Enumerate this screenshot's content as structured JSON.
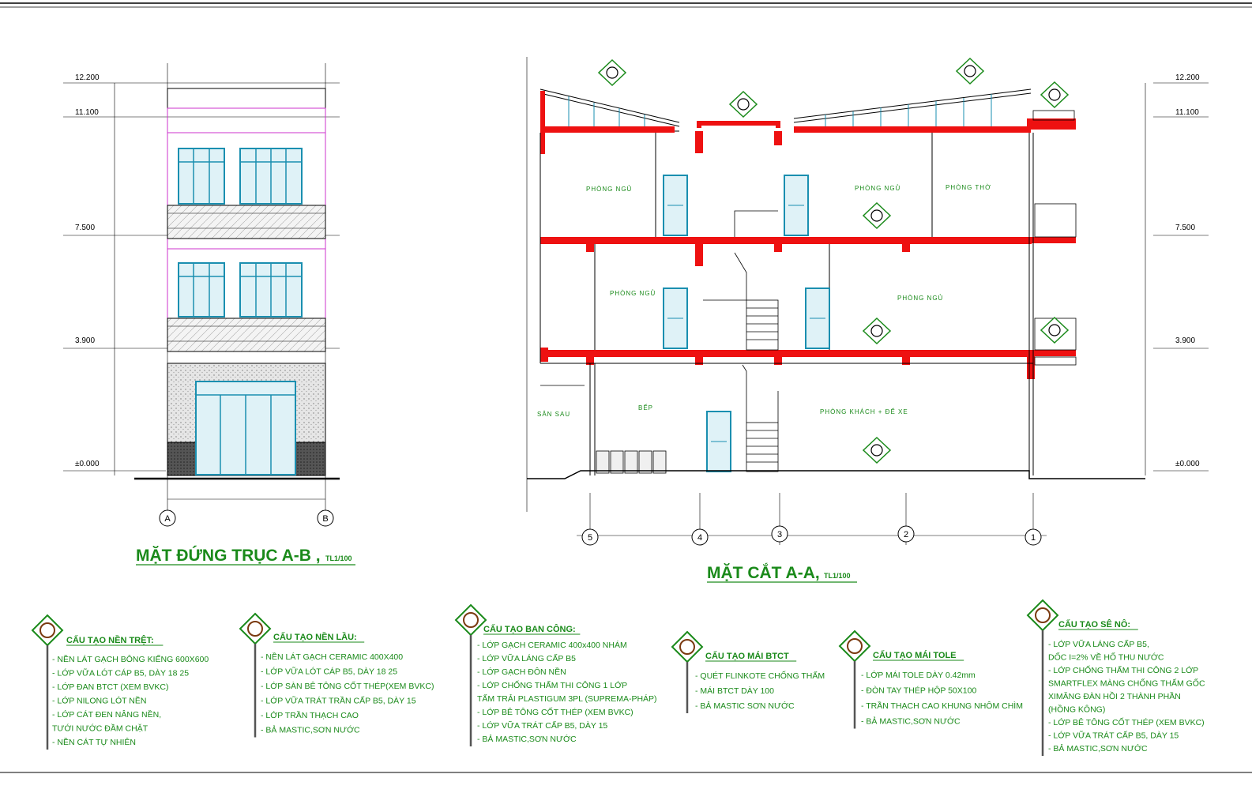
{
  "elevation": {
    "title": "MẶT ĐỨNG TRỤC A-B ,",
    "scale": "TL1/100",
    "levels": [
      "12.200",
      "11.100",
      "7.500",
      "3.900",
      "±0.000"
    ],
    "axes": [
      "A",
      "B"
    ]
  },
  "section": {
    "title": "MẶT CẮT A-A,",
    "scale": "TL1/100",
    "levels": [
      "12.200",
      "11.100",
      "7.500",
      "3.900",
      "±0.000"
    ],
    "axes": [
      "5",
      "4",
      "3",
      "2",
      "1"
    ],
    "rooms": {
      "r3_left": "PHÒNG NGỦ",
      "r3_mid": "PHÒNG NGỦ",
      "r3_right": "PHÒNG THỜ",
      "r2_left": "PHÒNG NGỦ",
      "r2_right": "PHÒNG NGỦ",
      "r1_back": "SÂN SAU",
      "r1_kitchen": "BẾP",
      "r1_living": "PHÒNG KHÁCH + ĐỂ XE"
    }
  },
  "legend": [
    {
      "title": "CẤU TẠO NỀN TRỆT:",
      "items": [
        "- NỀN LÁT GẠCH BÔNG KIẾNG 600X600",
        "- LỚP VỮA LÓT CÁP B5, DÀY 18 25",
        "- LỚP ĐAN BTCT (XEM BVKC)",
        "- LỚP NILONG LÓT NỀN",
        "- LỚP CÁT ĐEN NÂNG NỀN,",
        "  TƯỚI NƯỚC ĐẦM CHẶT",
        "- NỀN CÁT TỰ NHIÊN"
      ]
    },
    {
      "title": "CẤU TẠO NỀN LẦU:",
      "items": [
        "- NỀN LÁT GẠCH CERAMIC 400X400",
        "- LỚP VỮA LÓT CÁP B5, DÀY 18 25",
        "- LỚP SÀN BÊ TÔNG CỐT THÉP(XEM BVKC)",
        "- LỚP VỮA TRÁT TRẦN CẤP B5, DÀY 15",
        "- LỚP TRẦN THẠCH CAO",
        "- BẢ MASTIC,SƠN NƯỚC"
      ]
    },
    {
      "title": "CẤU TẠO BAN CÔNG:",
      "items": [
        "- LỚP GẠCH CERAMIC 400x400 NHÁM",
        "- LỚP VỮA LÁNG CẤP B5",
        "- LỚP GẠCH ĐÔN NỀN",
        "- LỚP CHỐNG THẤM THI CÔNG 1 LỚP",
        "  TẤM TRẢI PLASTIGUM 3PL (SUPREMA-PHÁP)",
        "- LỚP BÊ TÔNG CỐT THÉP (XEM BVKC)",
        "- LỚP VỮA TRÁT CẤP B5, DÀY 15",
        "- BẢ MASTIC,SƠN NƯỚC"
      ]
    },
    {
      "title": "CẤU TẠO MÁI BTCT",
      "items": [
        "- QUÉT FLINKOTE CHỐNG THẤM",
        "- MÁI BTCT DÀY 100",
        "- BẢ MASTIC SƠN NƯỚC"
      ]
    },
    {
      "title": "CẤU TẠO MÁI TOLE",
      "items": [
        "- LỚP MÁI TOLE DÀY 0.42mm",
        "- ĐÒN TAY THÉP HỘP 50X100",
        "- TRẦN THẠCH CAO KHUNG NHÔM CHÌM",
        "- BẢ MASTIC,SƠN NƯỚC"
      ]
    },
    {
      "title": "CẤU TẠO SÊ NÔ:",
      "items": [
        "- LỚP VỮA LÁNG CẤP B5,",
        "  DỐC I=2% VỀ HỐ THU NƯỚC",
        "- LỚP CHỐNG THẤM THI CÔNG 2 LỚP",
        "  SMARTFLEX MÀNG CHỐNG THẤM GỐC",
        "  XIMĂNG ĐÀN HỒI 2 THÀNH PHẦN",
        "  (HỒNG KÔNG)",
        "- LỚP BÊ TÔNG CỐT THÉP (XEM BVKC)",
        "- LỚP VỮA TRÁT CẤP B5, DÀY 15",
        "- BẢ MASTIC,SƠN NƯỚC"
      ]
    }
  ],
  "colors": {
    "structure": "#ee1111",
    "window": "#1a8fb0",
    "text_green": "#1a8a1a",
    "wall_pink": "#cc33cc"
  }
}
